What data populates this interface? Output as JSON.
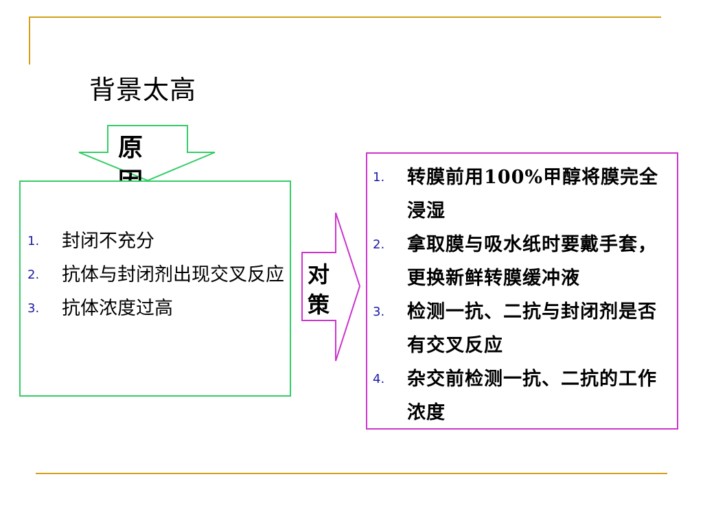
{
  "title": "背景太高",
  "colors": {
    "rule": "#d4a017",
    "cause_border": "#33cc66",
    "action_border": "#cc33cc",
    "number": "#1a1aa6"
  },
  "cause_arrow": {
    "label": "原因"
  },
  "action_arrow": {
    "label": "对策"
  },
  "causes": [
    {
      "num": "1.",
      "text": "封闭不充分"
    },
    {
      "num": "2.",
      "text": "抗体与封闭剂出现交叉反应"
    },
    {
      "num": "3.",
      "text": "抗体浓度过高"
    }
  ],
  "actions": [
    {
      "num": "1.",
      "text": "转膜前用100%甲醇将膜完全浸湿"
    },
    {
      "num": "2.",
      "text": "拿取膜与吸水纸时要戴手套，更换新鲜转膜缓冲液"
    },
    {
      "num": "3.",
      "text": "检测一抗、二抗与封闭剂是否有交叉反应"
    },
    {
      "num": "4.",
      "text": "杂交前检测一抗、二抗的工作浓度"
    }
  ]
}
